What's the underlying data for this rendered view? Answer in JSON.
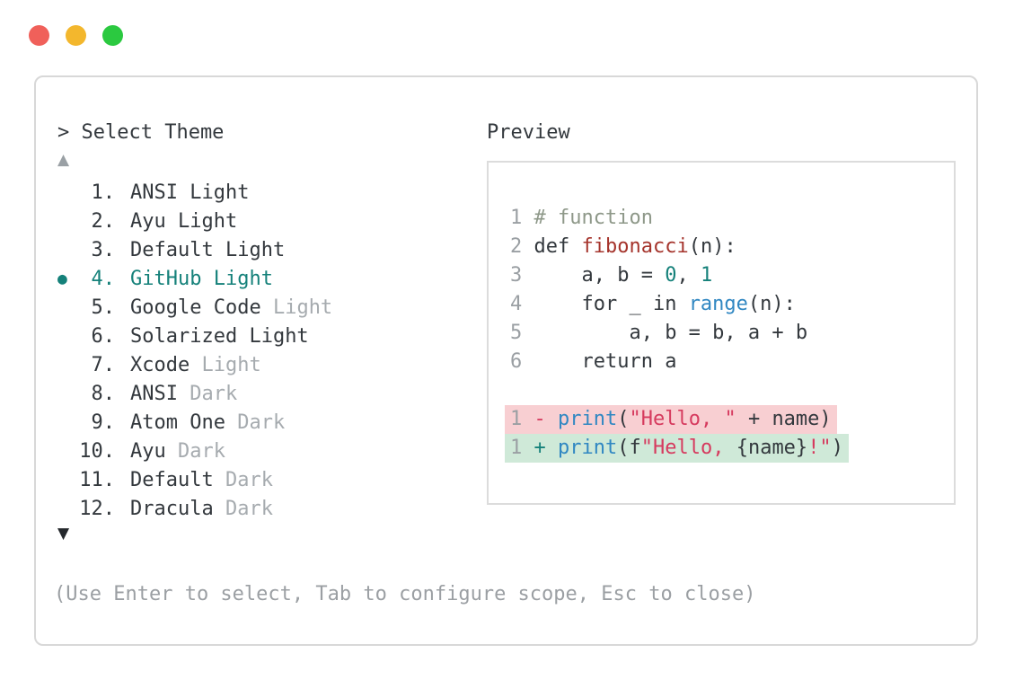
{
  "window": {
    "controls": [
      {
        "name": "close",
        "color": "#f0605a"
      },
      {
        "name": "minimize",
        "color": "#f3b72d"
      },
      {
        "name": "zoom",
        "color": "#2bc940"
      }
    ]
  },
  "colors": {
    "text": "#33383d",
    "muted": "#a6abaf",
    "line_number": "#9a9fa3",
    "accent_teal": "#15817a",
    "comment": "#8e9889",
    "function_name": "#a5342c",
    "builtin_blue": "#3087c2",
    "string_crimson": "#d63a5e",
    "diff_del_bg": "#f8cfd2",
    "diff_add_bg": "#cfe9d8",
    "border": "#d8d8d8"
  },
  "selector": {
    "title": "> Select Theme",
    "scroll_up": "▲",
    "scroll_down": "▼",
    "selected_marker": "●",
    "items": [
      {
        "number": "1.",
        "name": "ANSI",
        "variant": "Light",
        "variant_muted": false,
        "selected": false
      },
      {
        "number": "2.",
        "name": "Ayu",
        "variant": "Light",
        "variant_muted": false,
        "selected": false
      },
      {
        "number": "3.",
        "name": "Default",
        "variant": "Light",
        "variant_muted": false,
        "selected": false
      },
      {
        "number": "4.",
        "name": "GitHub",
        "variant": "Light",
        "variant_muted": false,
        "selected": true
      },
      {
        "number": "5.",
        "name": "Google Code",
        "variant": "Light",
        "variant_muted": true,
        "selected": false
      },
      {
        "number": "6.",
        "name": "Solarized",
        "variant": "Light",
        "variant_muted": false,
        "selected": false
      },
      {
        "number": "7.",
        "name": "Xcode",
        "variant": "Light",
        "variant_muted": true,
        "selected": false
      },
      {
        "number": "8.",
        "name": "ANSI",
        "variant": "Dark",
        "variant_muted": true,
        "selected": false
      },
      {
        "number": "9.",
        "name": "Atom One",
        "variant": "Dark",
        "variant_muted": true,
        "selected": false
      },
      {
        "number": "10.",
        "name": "Ayu",
        "variant": "Dark",
        "variant_muted": true,
        "selected": false
      },
      {
        "number": "11.",
        "name": "Default",
        "variant": "Dark",
        "variant_muted": true,
        "selected": false
      },
      {
        "number": "12.",
        "name": "Dracula",
        "variant": "Dark",
        "variant_muted": true,
        "selected": false
      }
    ]
  },
  "preview": {
    "label": "Preview",
    "code_lines": [
      {
        "num": "1",
        "kind": "code",
        "tokens": [
          {
            "text": "# function",
            "color": "comment"
          }
        ]
      },
      {
        "num": "2",
        "kind": "code",
        "tokens": [
          {
            "text": "def ",
            "color": "text"
          },
          {
            "text": "fibonacci",
            "color": "function_name"
          },
          {
            "text": "(n):",
            "color": "text"
          }
        ]
      },
      {
        "num": "3",
        "kind": "code",
        "tokens": [
          {
            "text": "    a, b = ",
            "color": "text"
          },
          {
            "text": "0",
            "color": "accent_teal"
          },
          {
            "text": ", ",
            "color": "text"
          },
          {
            "text": "1",
            "color": "accent_teal"
          }
        ]
      },
      {
        "num": "4",
        "kind": "code",
        "tokens": [
          {
            "text": "    for _ in ",
            "color": "text"
          },
          {
            "text": "range",
            "color": "builtin_blue"
          },
          {
            "text": "(n):",
            "color": "text"
          }
        ]
      },
      {
        "num": "5",
        "kind": "code",
        "tokens": [
          {
            "text": "        a, b = b, a + b",
            "color": "text"
          }
        ]
      },
      {
        "num": "6",
        "kind": "code",
        "tokens": [
          {
            "text": "    return a",
            "color": "text"
          }
        ]
      },
      {
        "num": "",
        "kind": "blank",
        "tokens": []
      },
      {
        "num": "1",
        "kind": "diff-del",
        "tokens": [
          {
            "text": "- ",
            "color": "string_crimson"
          },
          {
            "text": "print",
            "color": "builtin_blue"
          },
          {
            "text": "(",
            "color": "text"
          },
          {
            "text": "\"Hello, \"",
            "color": "string_crimson"
          },
          {
            "text": " + name)",
            "color": "text"
          }
        ]
      },
      {
        "num": "1",
        "kind": "diff-add",
        "tokens": [
          {
            "text": "+ ",
            "color": "accent_teal"
          },
          {
            "text": "print",
            "color": "builtin_blue"
          },
          {
            "text": "(f",
            "color": "text"
          },
          {
            "text": "\"Hello, ",
            "color": "string_crimson"
          },
          {
            "text": "{name}",
            "color": "text"
          },
          {
            "text": "!\"",
            "color": "string_crimson"
          },
          {
            "text": ")",
            "color": "text"
          }
        ]
      }
    ]
  },
  "footer": {
    "hint": "(Use Enter to select, Tab to configure scope, Esc to close)"
  }
}
